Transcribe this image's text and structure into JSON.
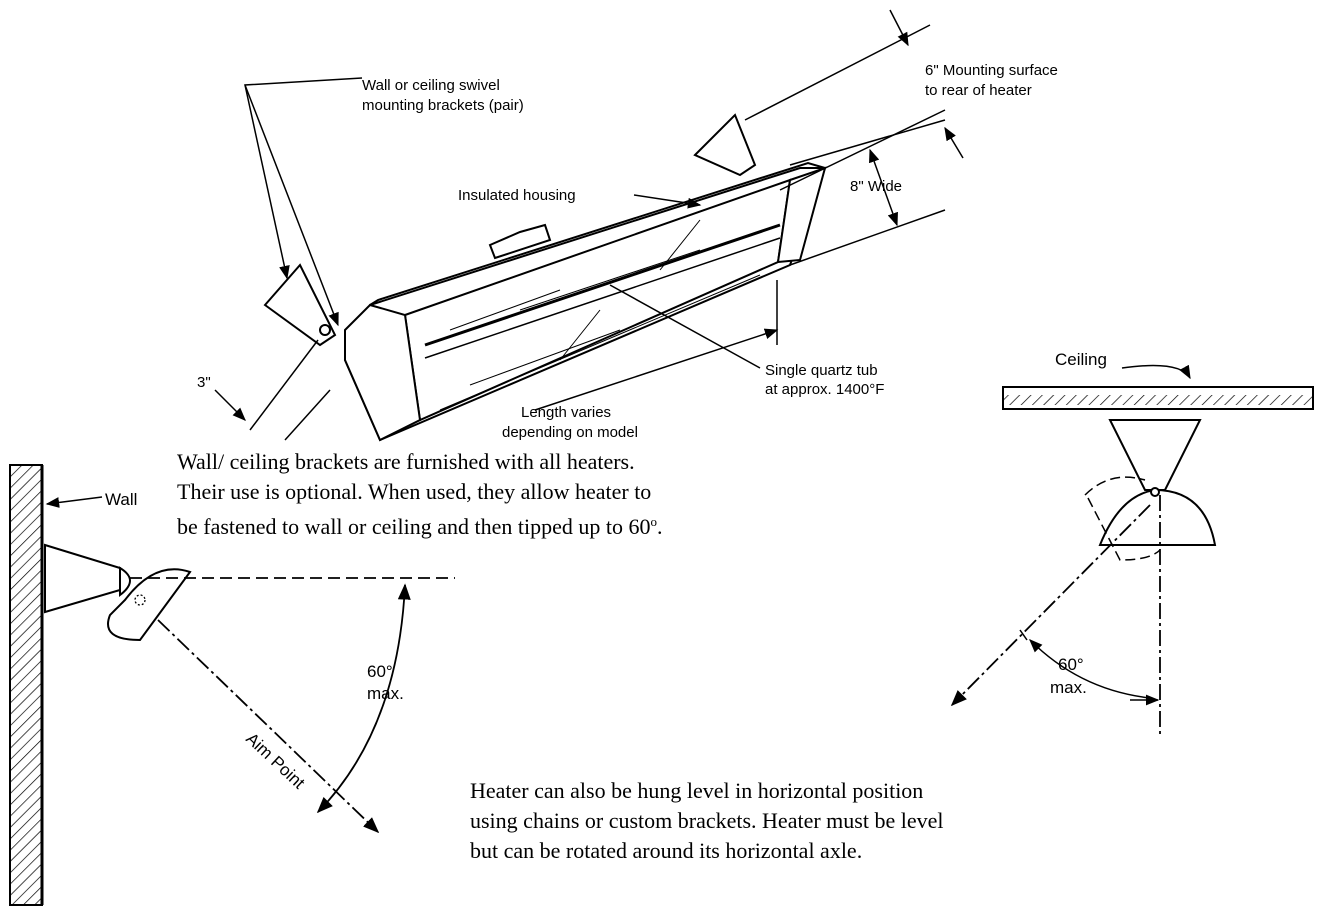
{
  "labels": {
    "brackets_line1": "Wall or ceiling swivel",
    "brackets_line2": "mounting brackets (pair)",
    "mount_line1": "6\" Mounting surface",
    "mount_line2": "to rear of heater",
    "width": "8\" Wide",
    "housing": "Insulated housing",
    "tube_line1": "Single quartz tub",
    "tube_line2": "at approx. 1400°F",
    "length_line1": "Length varies",
    "length_line2": "depending on model",
    "offset": "3\"",
    "wall": "Wall",
    "ceiling": "Ceiling",
    "angle_wall_line1": "60°",
    "angle_wall_line2": "max.",
    "angle_ceiling_line1": "60°",
    "angle_ceiling_line2": "max.",
    "aim_point": "Aim Point"
  },
  "notes": {
    "brackets_line1": "Wall/ ceiling brackets are furnished with all heaters.",
    "brackets_line2": "Their use is optional.  When used, they allow heater to",
    "brackets_line3_text": "be fastened to wall or ceiling and then tipped up to 60",
    "brackets_line3_sup": "o",
    "brackets_line3_end": ".",
    "hang_line1": "Heater can also be hung level in horizontal position",
    "hang_line2": "using chains or custom brackets.  Heater must be level",
    "hang_line3": "but can be rotated around its horizontal axle."
  }
}
